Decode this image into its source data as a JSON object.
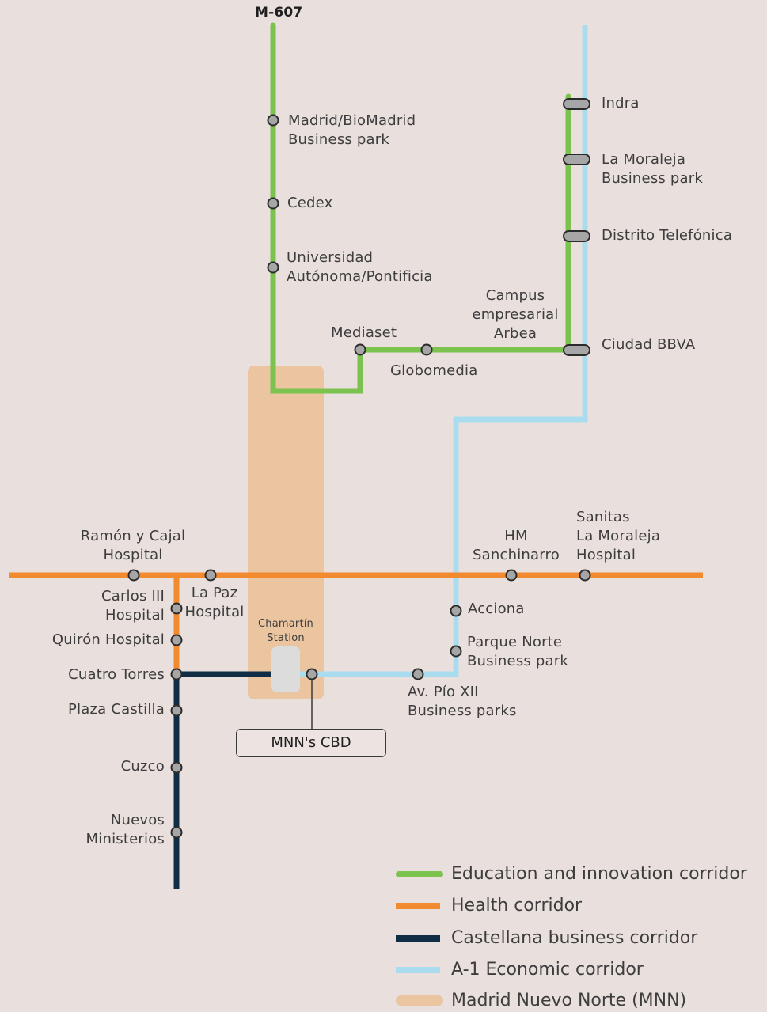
{
  "colors": {
    "background": "#e9dfdd",
    "education": "#7bc24f",
    "health": "#f28a30",
    "castellana": "#0f2d45",
    "a1": "#a9dcef",
    "mnn": "#ebc5a0",
    "station": "#a6a6a6"
  },
  "road": "M-607",
  "mnn_cbd": "MNN's CBD",
  "chamartin": "Chamartín\nStation",
  "stations": {
    "madrid_biomadrid": "Madrid/BioMadrid\nBusiness park",
    "cedex": "Cedex",
    "universidad": "Universidad\nAutónoma/Pontificia",
    "mediaset": "Mediaset",
    "globomedia": "Globomedia",
    "campus_arbea": "Campus\nempresarial\nArbea",
    "indra": "Indra",
    "la_moraleja_bp": "La Moraleja\nBusiness park",
    "distrito_telefonica": "Distrito Telefónica",
    "ciudad_bbva": "Ciudad BBVA",
    "ramon_y_cajal": "Ramón y Cajal\nHospital",
    "la_paz": "La Paz\nHospital",
    "hm_sanchinarro": "HM\nSanchinarro",
    "sanitas": "Sanitas\nLa Moraleja\nHospital",
    "carlos_iii": "Carlos III\nHospital",
    "quiron": "Quirón Hospital",
    "cuatro_torres": "Cuatro Torres",
    "plaza_castilla": "Plaza Castilla",
    "cuzco": "Cuzco",
    "nuevos_ministerios": "Nuevos\nMinisterios",
    "acciona": "Acciona",
    "parque_norte": "Parque Norte\nBusiness park",
    "av_pio_xii": "Av. Pío XII\nBusiness parks"
  },
  "legend": [
    {
      "label": "Education and innovation corridor",
      "color": "#7bc24f"
    },
    {
      "label": "Health corridor",
      "color": "#f28a30"
    },
    {
      "label": "Castellana business corridor",
      "color": "#0f2d45"
    },
    {
      "label": "A-1 Economic corridor",
      "color": "#a9dcef"
    },
    {
      "label": "Madrid Nuevo Norte (MNN)",
      "color": "#ebc5a0"
    }
  ]
}
